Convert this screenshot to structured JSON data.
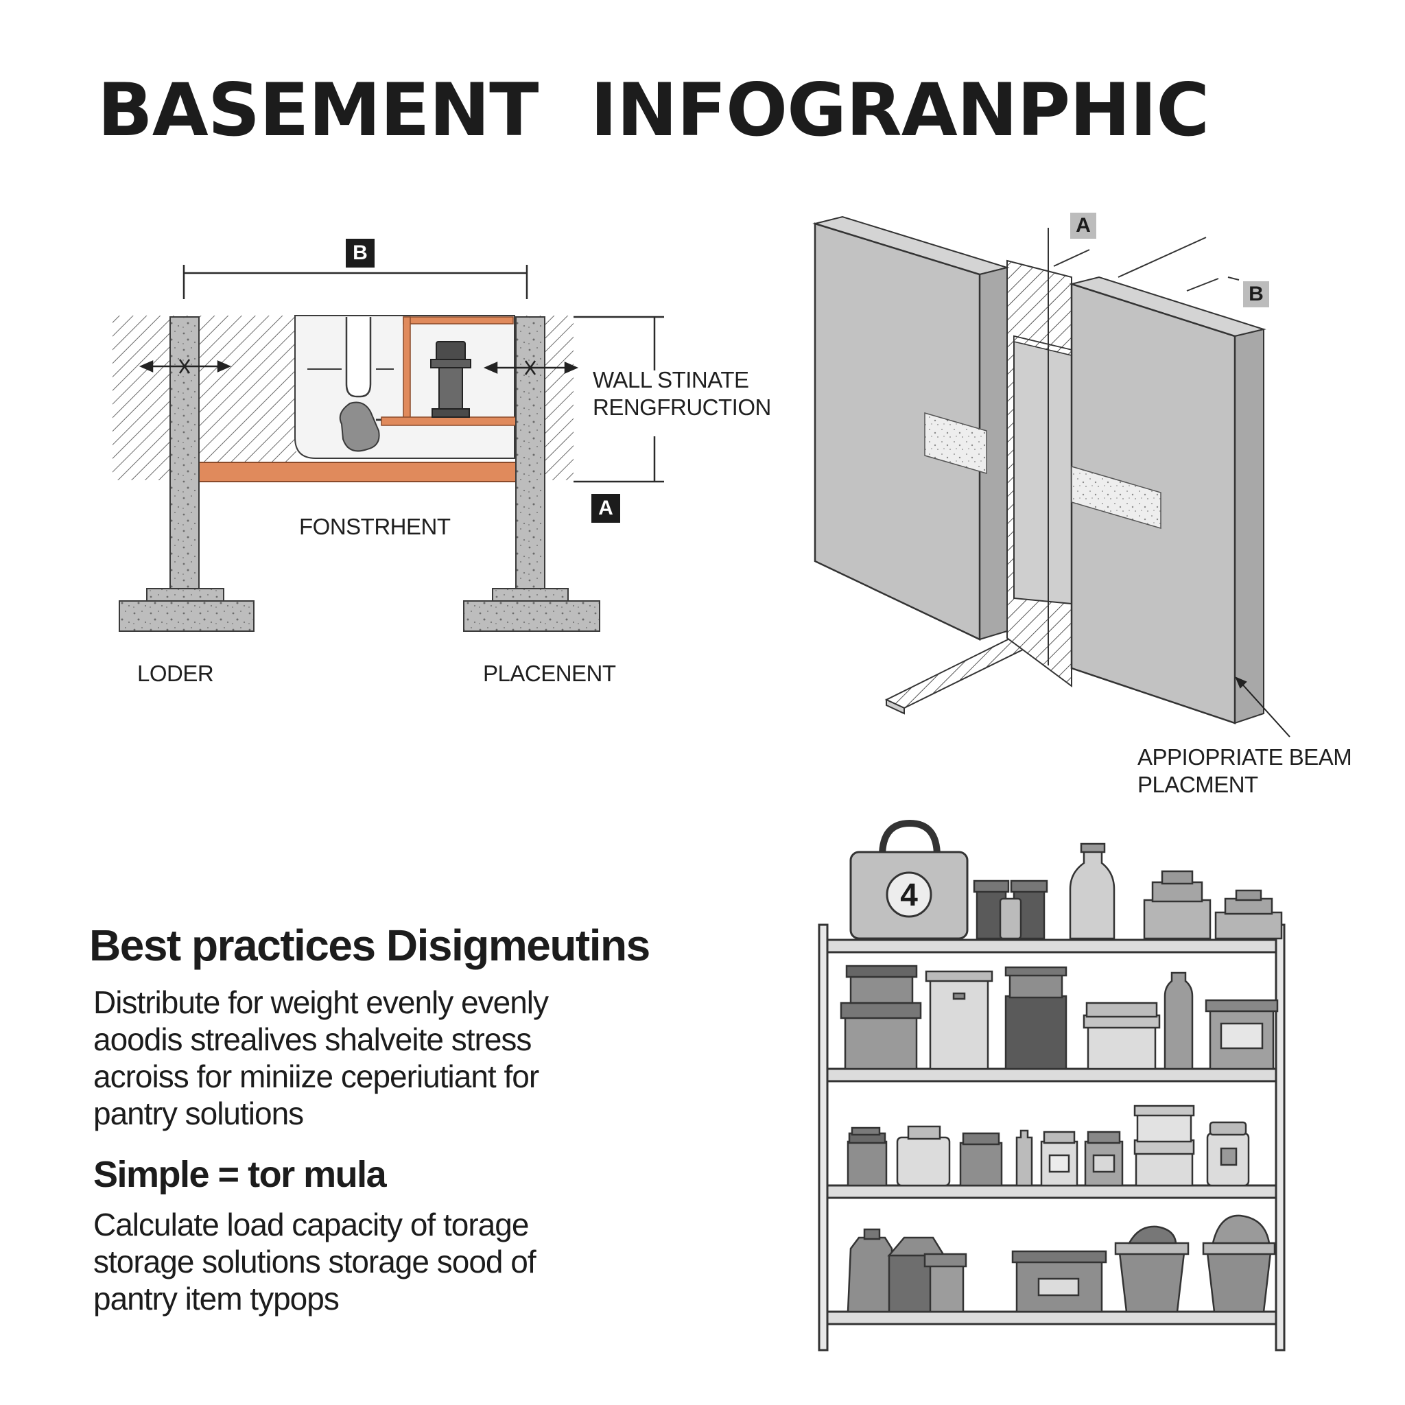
{
  "title": "BASEMENT   INFOGRANPHIC",
  "foundation_diagram": {
    "dimension_badge": "B",
    "side_label": [
      "WALL STINATE",
      "RENGFRUCTION"
    ],
    "height_badge": "A",
    "center_label": "FONSTRHENT",
    "left_footing_label": "LODER",
    "right_footing_label": "PLACENENT"
  },
  "wall_diagram": {
    "badge_a": "A",
    "badge_b": "B",
    "callout": [
      "APPIOPRIATE BEAM",
      "PLACMENT"
    ]
  },
  "shelf_diagram": {
    "case_number": "4"
  },
  "text_panel": {
    "heading1": "Best practices Disigmeutins",
    "paragraph1": [
      "Distribute for weight evenly evenly",
      "aoodis strealives shalveite stress",
      "acroiss for miniize ceperiutiant for",
      "pantry solutions"
    ],
    "heading2": "Simple = tor mula",
    "paragraph2": [
      "Calculate load capacity of torage",
      "storage solutions storage sood of",
      "pantry item typops"
    ]
  },
  "colors": {
    "ink": "#1c1c1c",
    "concrete": "#bdbdbd",
    "beam_orange": "#e08a5c",
    "panel_gray": "#c4c4c4"
  }
}
